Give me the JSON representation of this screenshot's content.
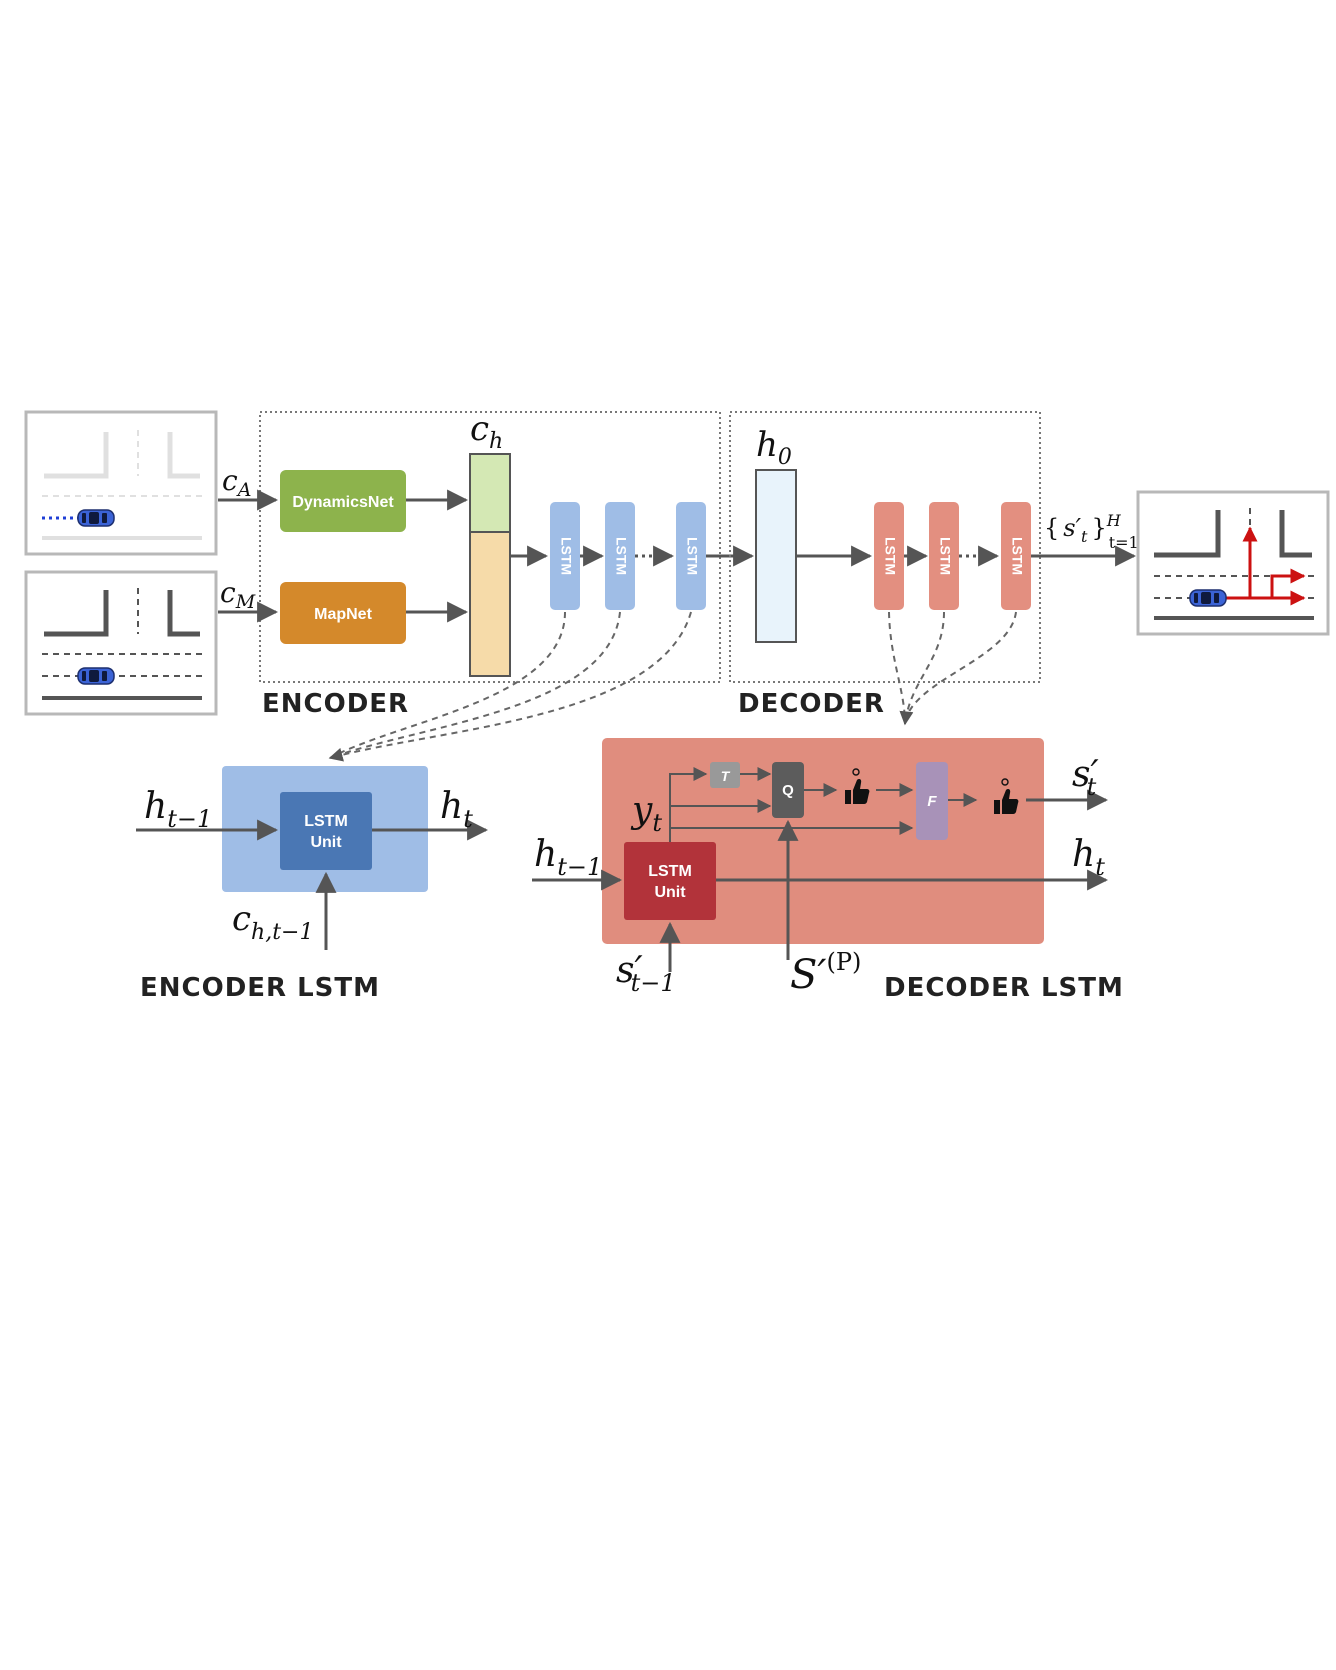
{
  "labels": {
    "encoder": "ENCODER",
    "decoder": "DECODER",
    "encoder_lstm": "ENCODER LSTM",
    "decoder_lstm": "DECODER LSTM"
  },
  "modules": {
    "dynamics_net": "DynamicsNet",
    "map_net": "MapNet",
    "lstm": "LSTM",
    "lstm_unit_line1": "LSTM",
    "lstm_unit_line2": "Unit",
    "t_block": "T",
    "q_block": "Q",
    "f_block": "F"
  },
  "math": {
    "c_main": "c",
    "c_a_sub": "A",
    "c_m_sub": "M",
    "c_h_sub": "h",
    "h_main": "h",
    "h0_sub": "0",
    "output_open": "{",
    "output_s": "s′",
    "output_s_sub": "t",
    "output_close": "}",
    "output_sup": "H",
    "output_sub": "t=1",
    "h_prev_sub": "t−1",
    "h_t_sub": "t",
    "c_ht1_sub": "h,t−1",
    "y_main": "y",
    "y_sub": "t",
    "s_prime": "s′",
    "s_prev_sub": "t−1",
    "s_t_sub": "t",
    "S_prime": "S′",
    "S_sup": "(P)"
  },
  "colors": {
    "dynamics_net": "#8db34c",
    "map_net": "#d4892b",
    "encoder_lstm": "#9fbde6",
    "decoder_lstm": "#e38f80",
    "encoder_lstm_panel": "#9fbde6",
    "encoder_lstm_unit": "#4a77b4",
    "decoder_lstm_panel": "#e08d7e",
    "decoder_lstm_unit": "#b2333a",
    "ch_top": "#d4e8b4",
    "ch_bottom": "#f6dba9",
    "h0_fill": "#e8f3fb",
    "car": "#3b63d6",
    "trajectory": "#cc1111"
  },
  "icons": [
    "car-icon",
    "thumbs-up-icon",
    "arrow-icon"
  ]
}
